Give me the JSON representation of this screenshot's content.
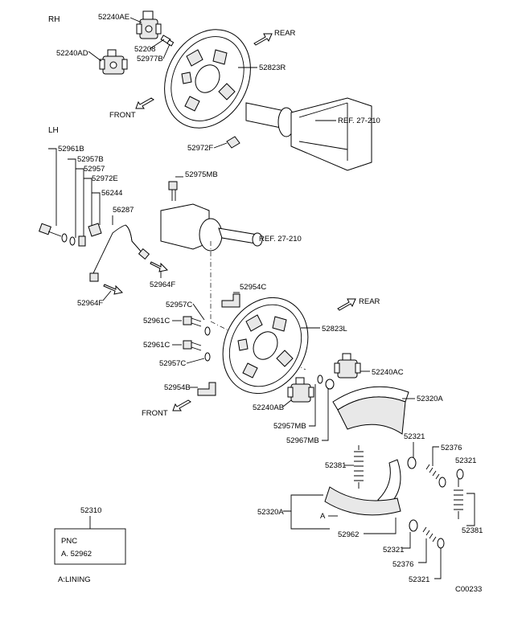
{
  "sections": {
    "rh": "RH",
    "lh": "LH"
  },
  "directions": {
    "rear_top": "REAR",
    "front_top": "FRONT",
    "rear_mid": "REAR",
    "front_bottom": "FRONT"
  },
  "refs": {
    "top": "REF. 27-210",
    "mid": "REF. 27-210"
  },
  "parts": {
    "p52240AE": "52240AE",
    "p52208": "52208",
    "p52977B": "52977B",
    "p52240AD": "52240AD",
    "p52823R": "52823R",
    "p52972F_top": "52972F",
    "p52961B": "52961B",
    "p52957B": "52957B",
    "p52957": "52957",
    "p52972E": "52972E",
    "p56244": "56244",
    "p56287": "56287",
    "p52975MB": "52975MB",
    "p52964F_mid": "52964F",
    "p52964F_left": "52964F",
    "p52954C": "52954C",
    "p52957C_top": "52957C",
    "p52961C_top": "52961C",
    "p52961C_bottom": "52961C",
    "p52957C_bottom": "52957C",
    "p52954B": "52954B",
    "p52823L": "52823L",
    "p52240AC": "52240AC",
    "p52240AB": "52240AB",
    "p52957MB": "52957MB",
    "p52967MB": "52967MB",
    "p52320A_top": "52320A",
    "p52321_a": "52321",
    "p52376_a": "52376",
    "p52321_b": "52321",
    "p52381_left": "52381",
    "p52320A_left": "52320A",
    "pA": "A",
    "p52962": "52962",
    "p52381_right": "52381",
    "p52321_c": "52321",
    "p52376_b": "52376",
    "p52321_d": "52321",
    "p52310": "52310"
  },
  "legend_box": {
    "title": "PNC",
    "entry": "A. 52962"
  },
  "footnote": "A:LINING",
  "diagram_code": "C00233"
}
